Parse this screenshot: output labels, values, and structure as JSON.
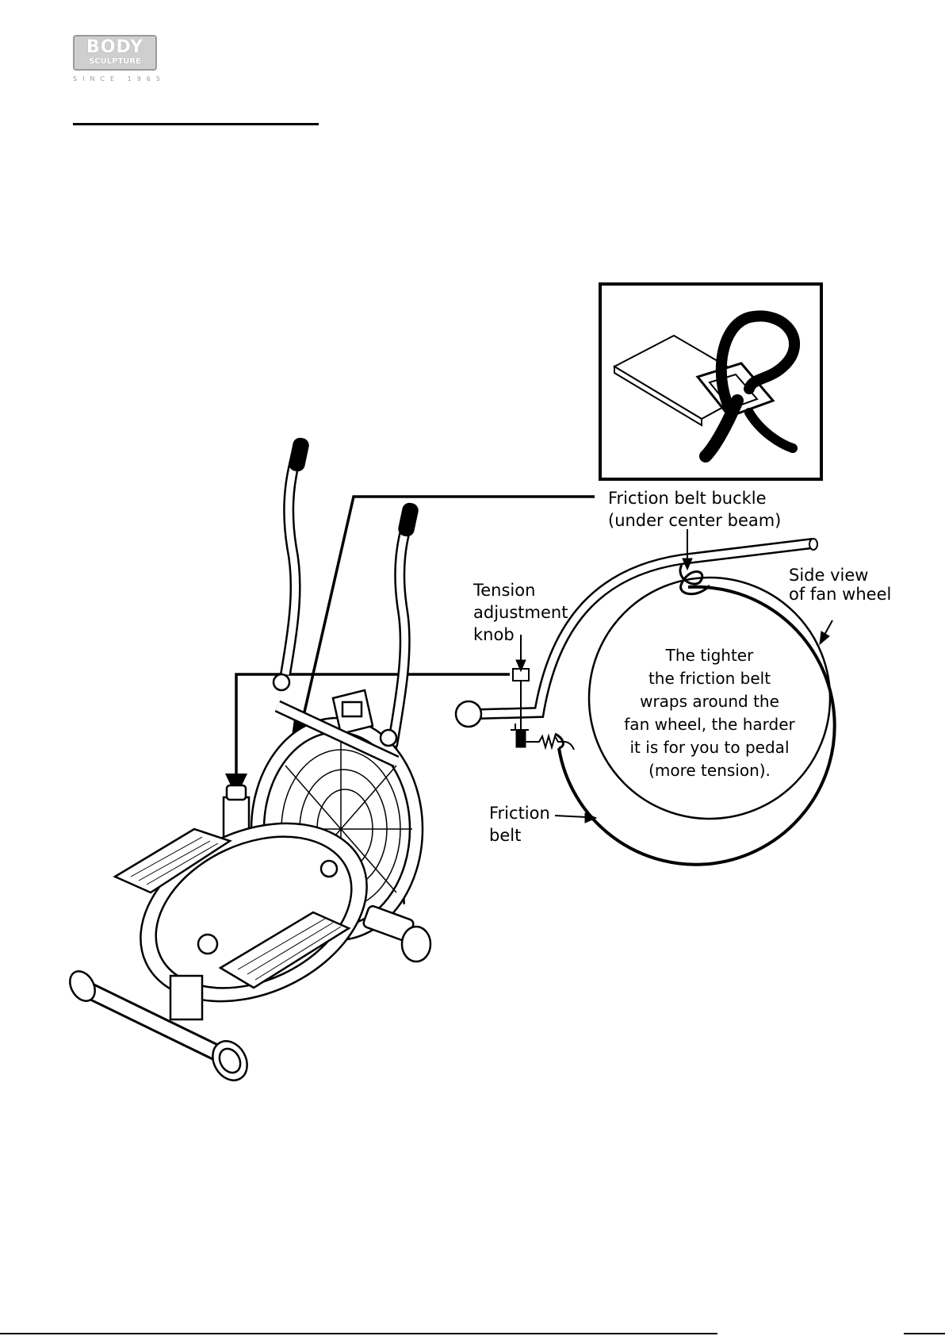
{
  "logo": {
    "line1": "BODY",
    "line2": "SCULPTURE",
    "tagline": "SINCE 1965"
  },
  "labels": {
    "buckle": "Friction belt buckle",
    "buckle_sub": "(under center beam)",
    "side_view": "Side view",
    "side_view_sub": "of fan wheel",
    "tension_1": "Tension",
    "tension_2": "adjustment",
    "tension_3": "knob",
    "friction_1": "Friction",
    "friction_2": "belt"
  },
  "description": [
    "The tighter",
    "the friction belt",
    "wraps around the",
    "fan wheel, the harder",
    "it is for you to pedal",
    "(more tension)."
  ]
}
